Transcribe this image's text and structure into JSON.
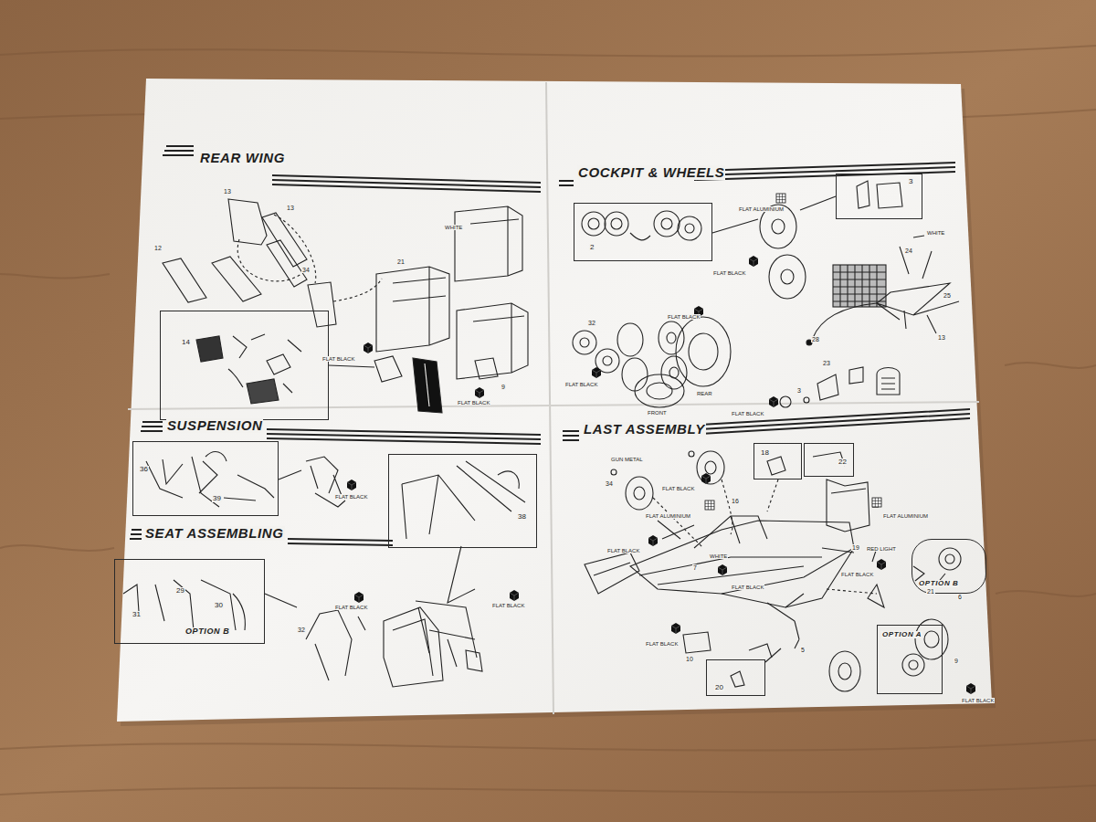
{
  "diagram": {
    "nodes": [
      {
        "text": [
          "14"
        ]
      },
      {
        "text": [
          "36",
          "39"
        ]
      },
      {
        "text": [
          "38"
        ]
      },
      {
        "text": [
          "29",
          "30",
          "31",
          "OPTION B"
        ]
      },
      {
        "text": [
          "2"
        ]
      },
      {
        "text": [
          "3"
        ]
      },
      {
        "text": [
          "18"
        ]
      },
      {
        "text": [
          "22"
        ]
      },
      {
        "text": [
          "20"
        ]
      },
      {
        "text": [
          "OPTION B"
        ]
      },
      {
        "text": [
          "OPTION A"
        ]
      }
    ],
    "labels": [
      "REAR WING",
      "13",
      "13",
      "12",
      "34",
      "21",
      "WHITE",
      "FLAT BLACK",
      "FLAT BLACK",
      "9",
      "SUSPENSION",
      "FLAT BLACK",
      "SEAT ASSEMBLING",
      "32",
      "FLAT BLACK",
      "FLAT BLACK",
      "COCKPIT & WHEELS",
      "FLAT ALUMINIUM",
      "FLAT BLACK",
      "WHITE",
      "24",
      "25",
      "32",
      "FLAT BLACK",
      "FLAT BLACK",
      "REAR",
      "FRONT",
      "28",
      "13",
      "23",
      "3",
      "FLAT BLACK",
      "LAST ASSEMBLY",
      "GUN METAL",
      "34",
      "FLAT BLACK",
      "FLAT ALUMINIUM",
      "16",
      "FLAT ALUMINIUM",
      "FLAT BLACK",
      "WHITE",
      "7",
      "FLAT BLACK",
      "19",
      "RED LIGHT",
      "FLAT BLACK",
      "21",
      "6",
      "FLAT BLACK",
      "10",
      "5",
      "9",
      "FLAT BLACK"
    ]
  }
}
